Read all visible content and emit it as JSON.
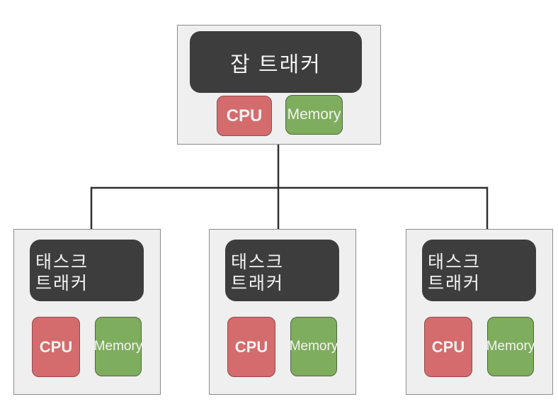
{
  "diagram": {
    "root_node": {
      "title": "잡 트래커",
      "cpu_label": "CPU",
      "memory_label": "Memory"
    },
    "task_trackers": [
      {
        "title": "태스크\n트래커",
        "cpu_label": "CPU",
        "memory_label": "Memory"
      },
      {
        "title": "태스크\n트래커",
        "cpu_label": "CPU",
        "memory_label": "Memory"
      },
      {
        "title": "태스크\n트래커",
        "cpu_label": "CPU",
        "memory_label": "Memory"
      }
    ],
    "colors": {
      "node_dark": "#3d3d3d",
      "cpu_fill": "#d46b6d",
      "cpu_border": "#8f4b4d",
      "memory_fill": "#7ead5e",
      "memory_border": "#4e663d",
      "cluster_fill": "#efefef",
      "cluster_border": "#8c8c8c",
      "connector": "#2f2f2f",
      "label_text": "#f2f2f2"
    }
  }
}
